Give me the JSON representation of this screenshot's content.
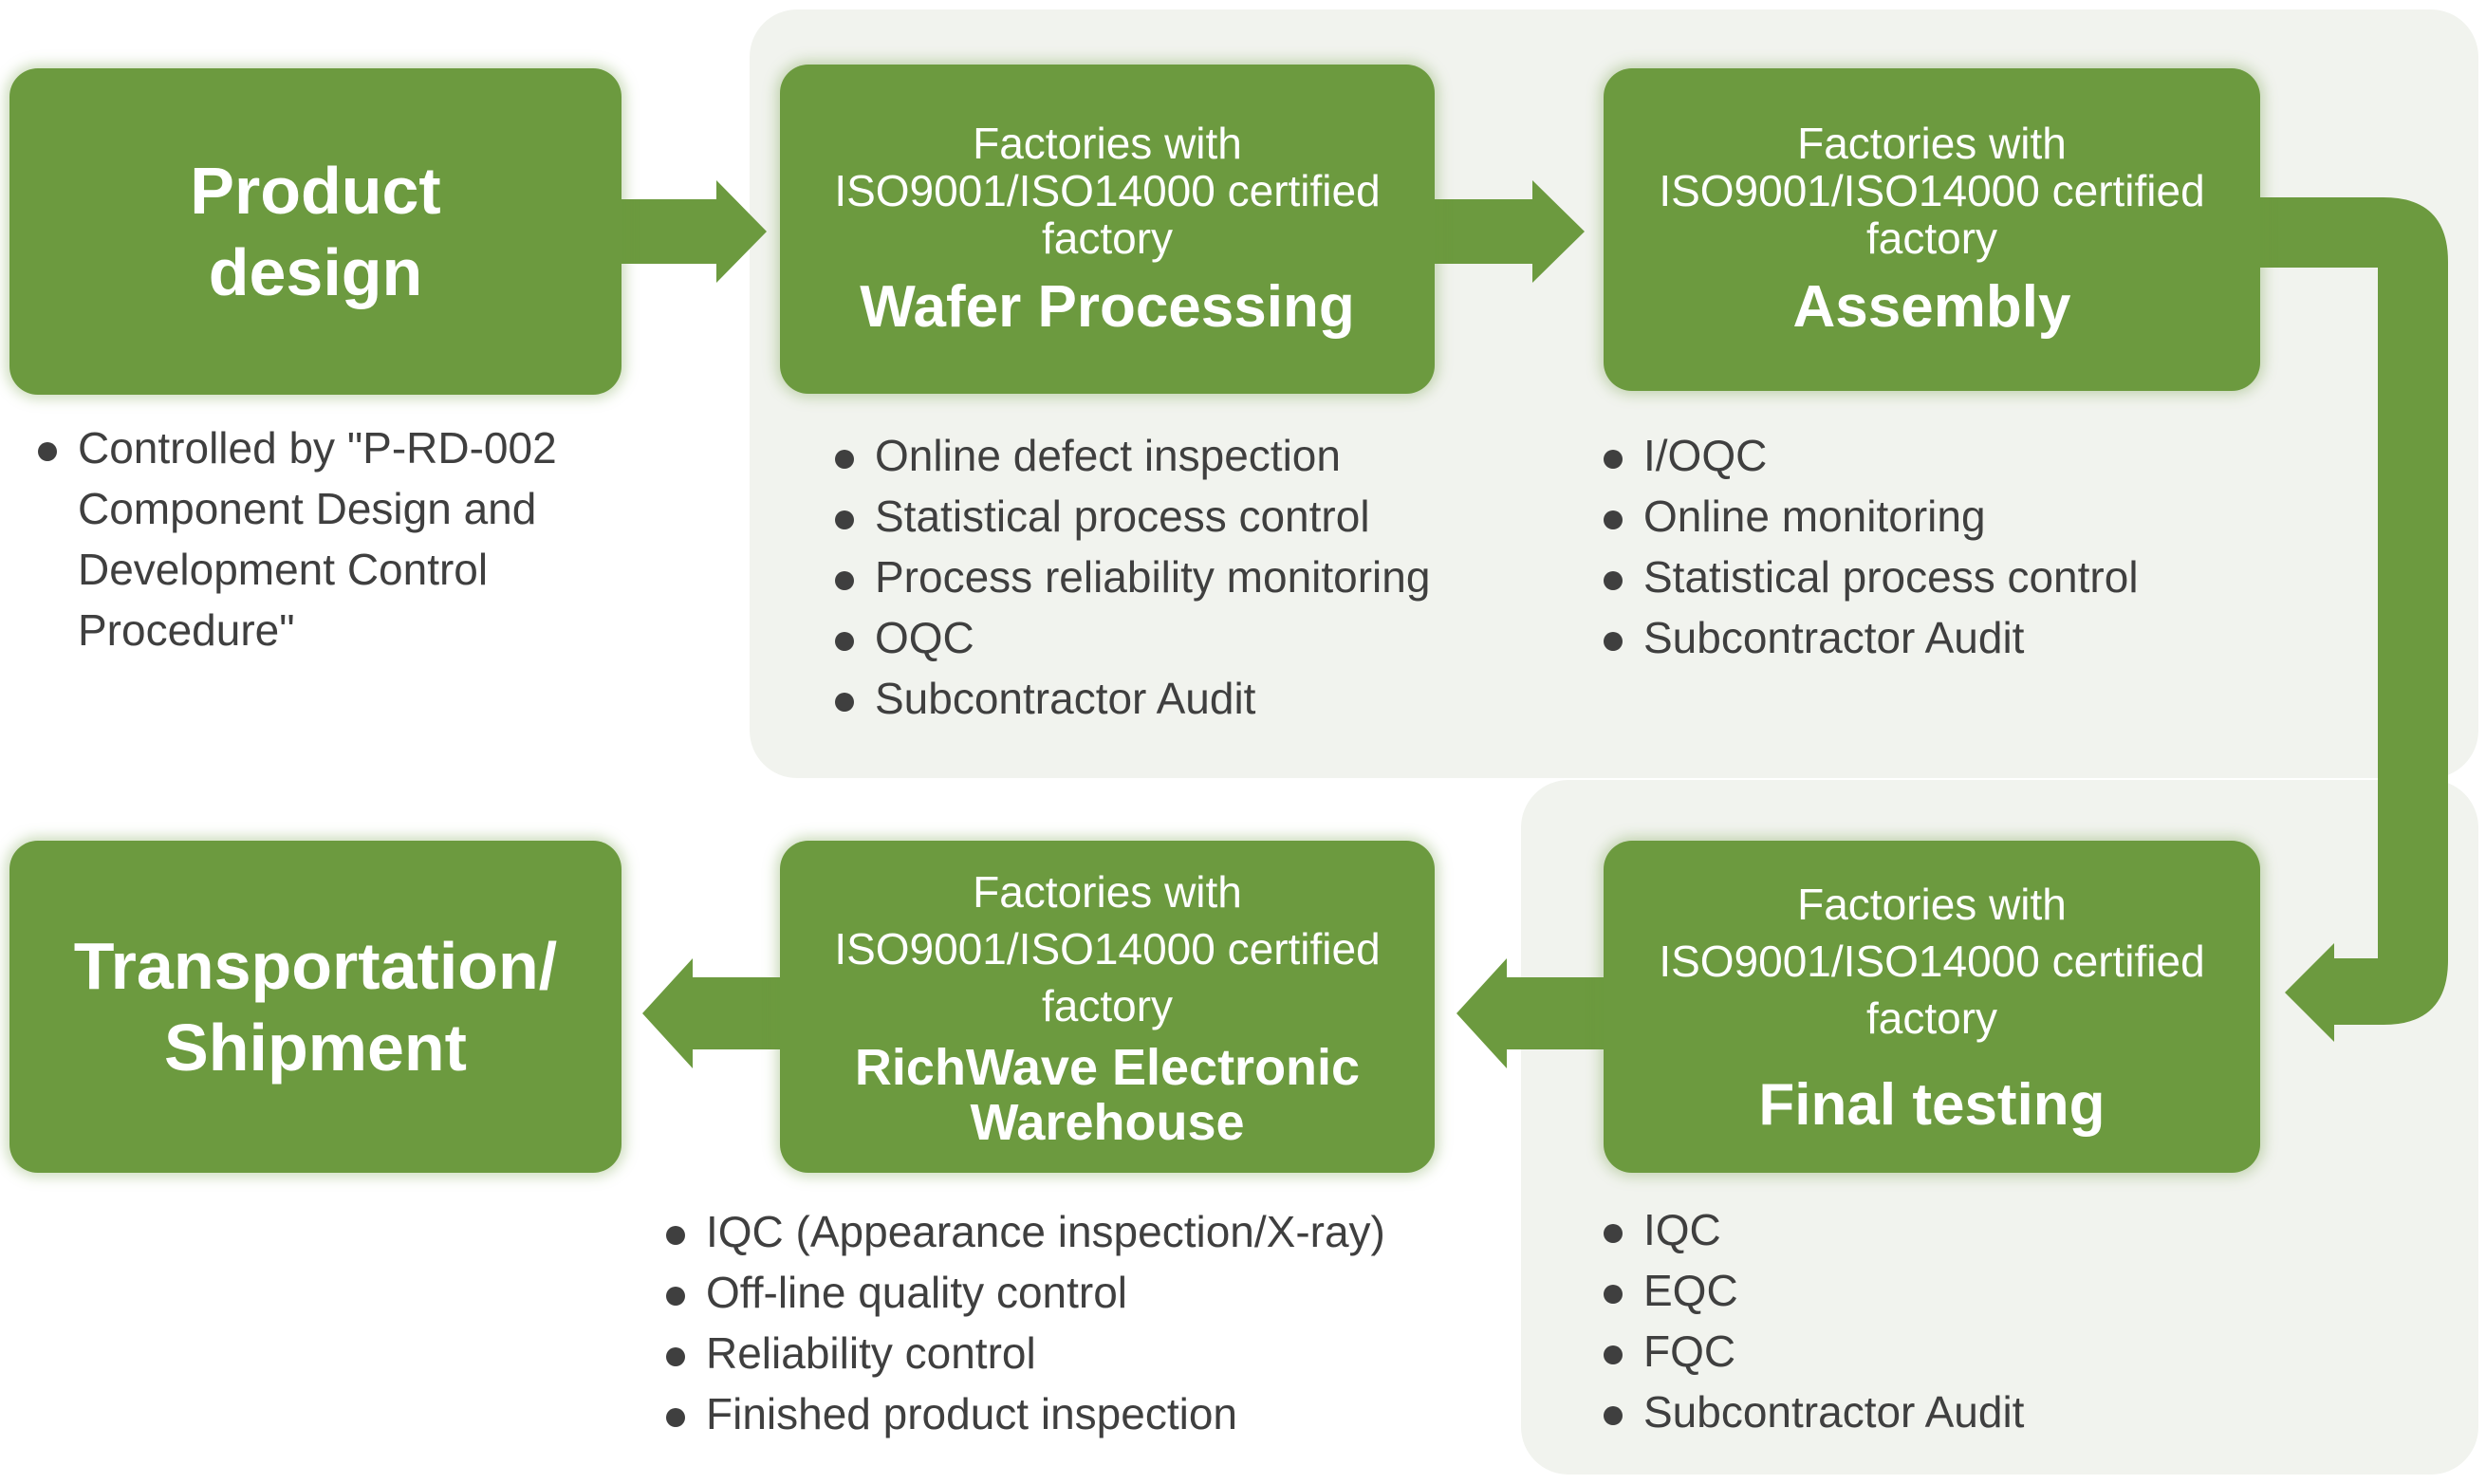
{
  "colors": {
    "box": "#6c9a3f",
    "panel": "#f1f3ee",
    "text": "#3f3f3f"
  },
  "design": {
    "title_line1": "Product",
    "title_line2": "design",
    "bullets": [
      "Controlled by \"P-RD-002 Component Design and Development Control Procedure\""
    ]
  },
  "wafer": {
    "sub_line1": "Factories with",
    "sub_line2": "ISO9001/ISO14000 certified",
    "sub_line3": "factory",
    "stage": "Wafer Processing",
    "bullets": [
      "Online defect inspection",
      "Statistical process control",
      "Process reliability monitoring",
      "OQC",
      "Subcontractor Audit"
    ]
  },
  "assembly": {
    "sub_line1": "Factories with",
    "sub_line2": "ISO9001/ISO14000 certified",
    "sub_line3": "factory",
    "stage": "Assembly",
    "bullets": [
      "I/OQC",
      "Online monitoring",
      "Statistical process control",
      "Subcontractor Audit"
    ]
  },
  "final": {
    "sub_line1": "Factories with",
    "sub_line2": "ISO9001/ISO14000 certified",
    "sub_line3": "factory",
    "stage": "Final testing",
    "bullets": [
      "IQC",
      "EQC",
      "FQC",
      "Subcontractor Audit"
    ]
  },
  "warehouse": {
    "sub_line1": "Factories with",
    "sub_line2": "ISO9001/ISO14000 certified",
    "sub_line3": "factory",
    "stage_line1": "RichWave Electronic",
    "stage_line2": "Warehouse",
    "bullets": [
      "IQC (Appearance inspection/X-ray)",
      "Off-line quality control",
      "Reliability control",
      "Finished product inspection"
    ]
  },
  "transport": {
    "title_line1": "Transportation/",
    "title_line2": "Shipment"
  }
}
